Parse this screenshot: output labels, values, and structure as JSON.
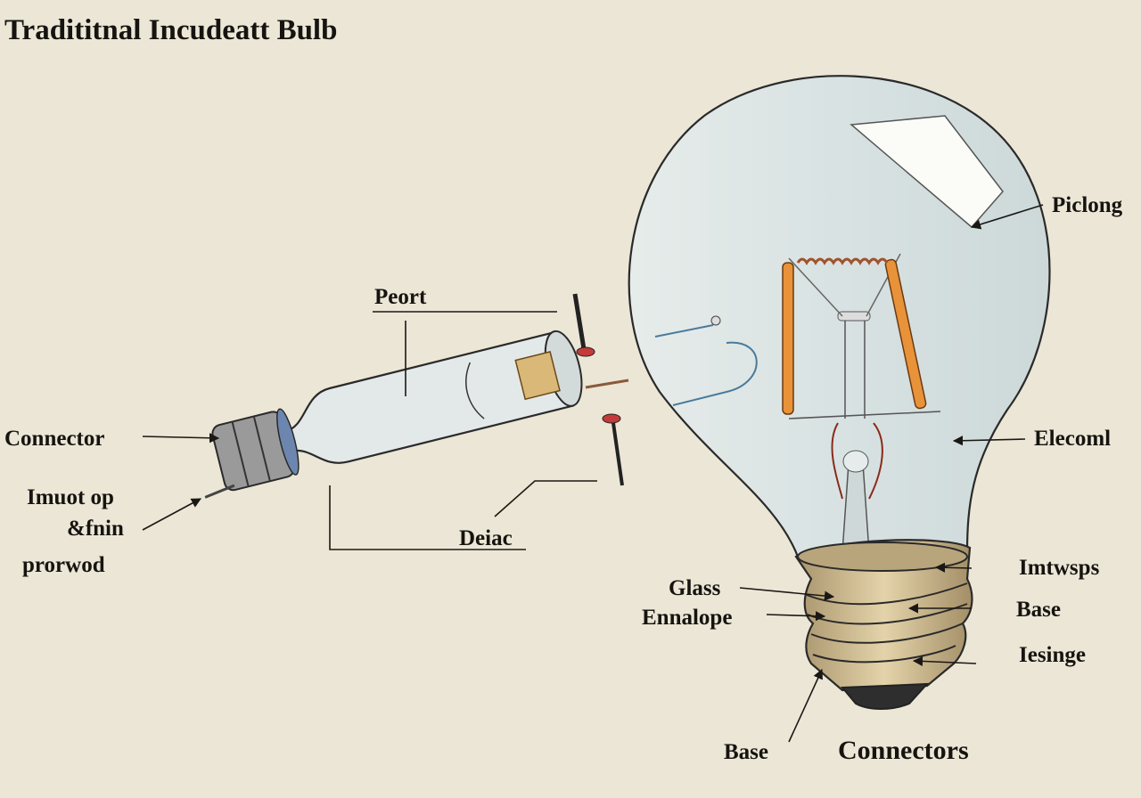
{
  "title": "Tradititnal Incudeatt Bulb",
  "labels": {
    "peort": "Peort",
    "connector": "Connector",
    "imuot_line1": "Imuot op",
    "imuot_line2": "&fnin",
    "imuot_line3": "prorwod",
    "deiac": "Deiac",
    "piclong": "Piclong",
    "elecoml": "Elecoml",
    "imtwsps": "Imtwsps",
    "base_right": "Base",
    "iesinge": "Iesinge",
    "glass_line1": "Glass",
    "glass_line2": "Ennalope",
    "base_bottom": "Base",
    "connectors": "Connectors"
  },
  "colors": {
    "background": "#ece6d6",
    "glass": "#dfe6e6",
    "brass": "#cdb88e",
    "filament": "#e8923a",
    "coil": "#a0522d"
  }
}
